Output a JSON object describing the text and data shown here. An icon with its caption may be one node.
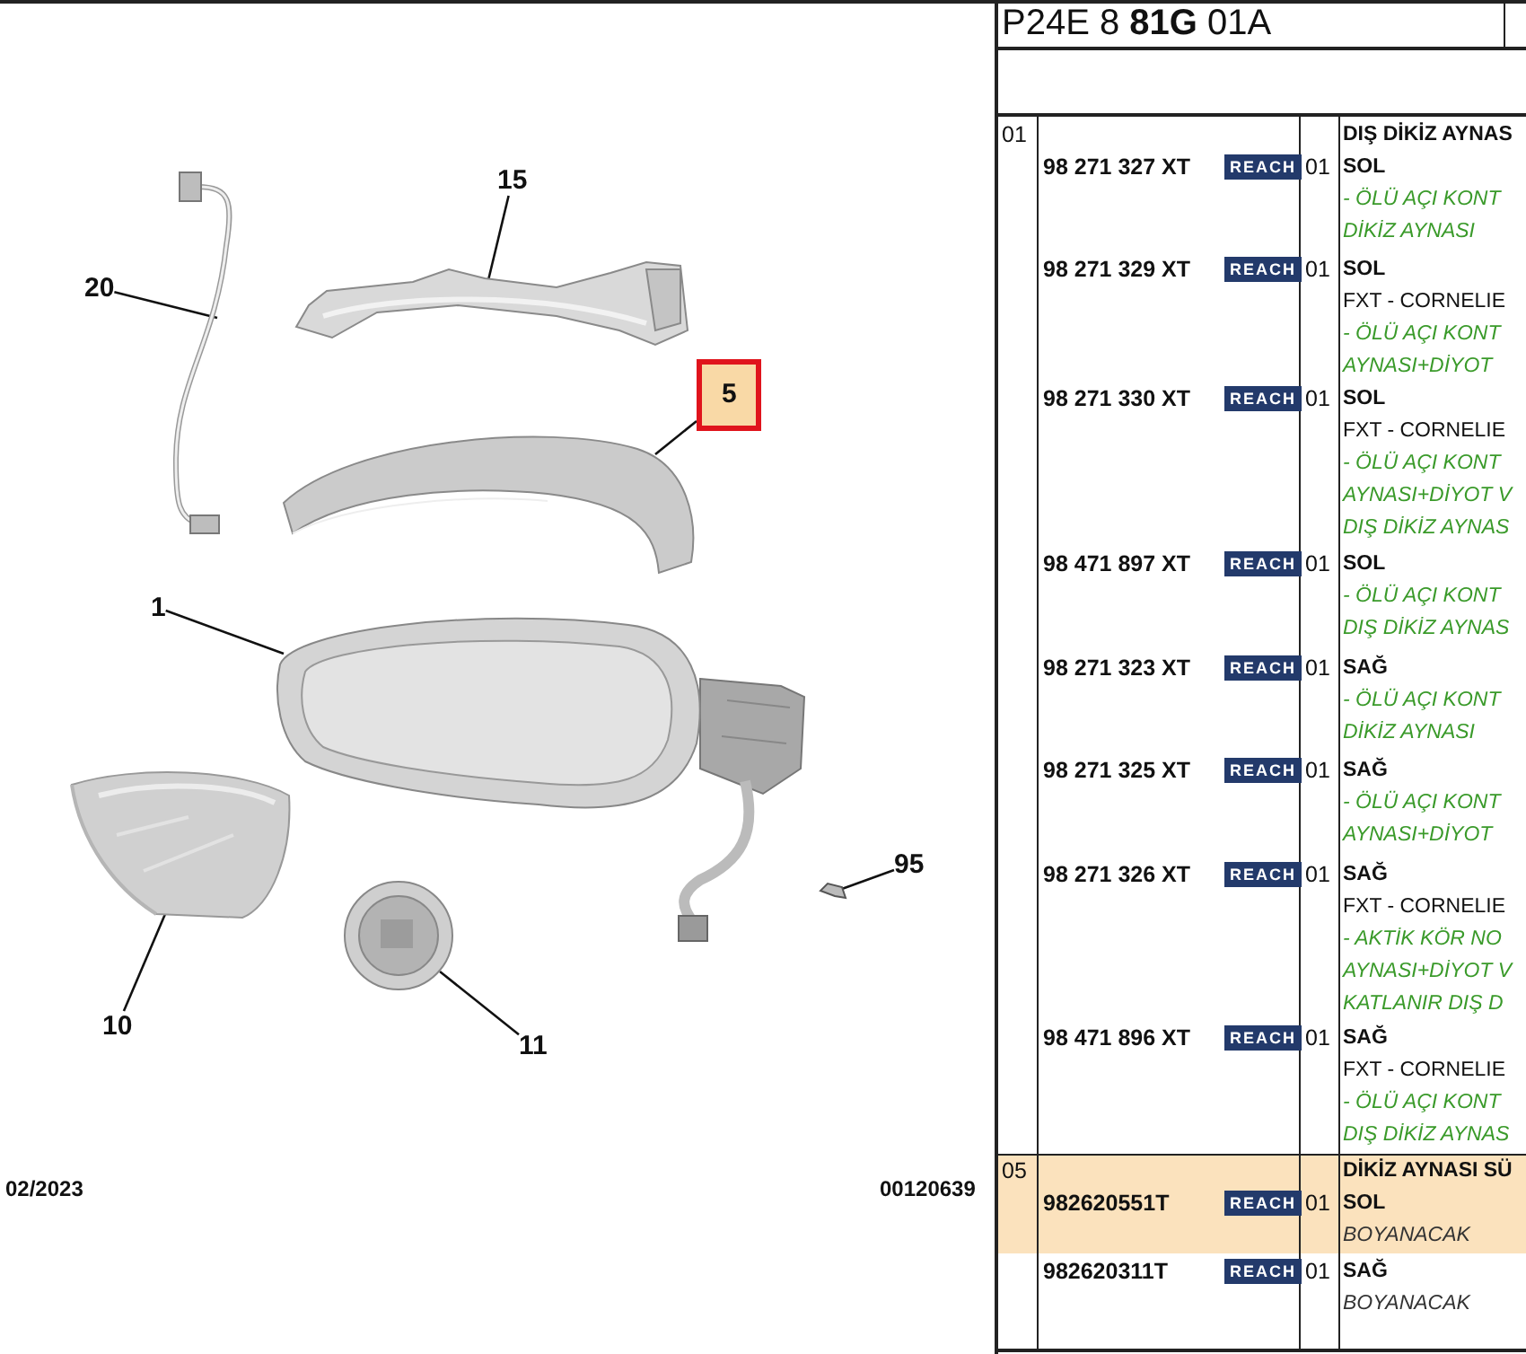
{
  "diagram": {
    "nodes": [
      {
        "text": [
          "15"
        ]
      },
      {
        "text": [],
        "shape": "picture"
      },
      {
        "text": [
          "20"
        ]
      },
      {
        "text": [],
        "shape": "picture"
      },
      {
        "text": [
          "5"
        ]
      },
      {
        "text": [],
        "shape": "picture"
      },
      {
        "text": [
          "1"
        ]
      },
      {
        "text": [],
        "shape": "picture"
      },
      {
        "text": [
          "95"
        ]
      },
      {
        "text": [],
        "shape": "picture"
      },
      {
        "text": [
          "10"
        ]
      },
      {
        "text": [],
        "shape": "picture"
      },
      {
        "text": [
          "11"
        ]
      },
      {
        "text": [],
        "shape": "picture"
      }
    ],
    "edges": [
      {
        "from": 0,
        "to": 1,
        "arrow": "none"
      },
      {
        "from": 2,
        "to": 3,
        "arrow": "none"
      },
      {
        "from": 4,
        "to": 5,
        "arrow": "none"
      },
      {
        "from": 6,
        "to": 7,
        "arrow": "none"
      },
      {
        "from": 8,
        "to": 9,
        "arrow": "none"
      },
      {
        "from": 10,
        "to": 11,
        "arrow": "none"
      },
      {
        "from": 12,
        "to": 13,
        "arrow": "none"
      }
    ],
    "labels": [
      "P24E 8 **81G** 01A",
      "01",
      "DIŞ DİKİZ AYNAS",
      "98 271 327 XT",
      "REACH",
      "01",
      "SOL",
      "- ÖLÜ AÇI KONT",
      "DİKİZ AYNASI",
      "98 271 329 XT",
      "REACH",
      "01",
      "SOL",
      "FXT - CORNELIE",
      "- ÖLÜ AÇI KONT",
      "AYNASI+DİYOT",
      "98 271 330 XT",
      "REACH",
      "01",
      "SOL",
      "FXT - CORNELIE",
      "- ÖLÜ AÇI KONT",
      "AYNASI+DİYOT V",
      "DIŞ DİKİZ AYNAS",
      "98 471 897 XT",
      "REACH",
      "01",
      "SOL",
      "- ÖLÜ AÇI KONT",
      "DIŞ DİKİZ AYNAS",
      "98 271 323 XT",
      "REACH",
      "01",
      "SAĞ",
      "- ÖLÜ AÇI KONT",
      "DİKİZ AYNASI",
      "98 271 325 XT",
      "REACH",
      "01",
      "SAĞ",
      "- ÖLÜ AÇI KONT",
      "AYNASI+DİYOT",
      "98 271 326 XT",
      "REACH",
      "01",
      "SAĞ",
      "FXT - CORNELIE",
      "- AKTİK KÖR NO",
      "AYNASI+DİYOT V",
      "KATLANIR DIŞ D",
      "98 471 896 XT",
      "REACH",
      "01",
      "SAĞ",
      "FXT - CORNELIE",
      "- ÖLÜ AÇI KONT",
      "DIŞ DİKİZ AYNAS",
      "05",
      "DİKİZ AYNASI SÜ",
      "982620551T",
      "REACH",
      "01",
      "SOL",
      "BOYANACAK",
      "982620311T",
      "REACH",
      "01",
      "SAĞ",
      "BOYANACAK",
      "02/2023",
      "00120639"
    ]
  }
}
